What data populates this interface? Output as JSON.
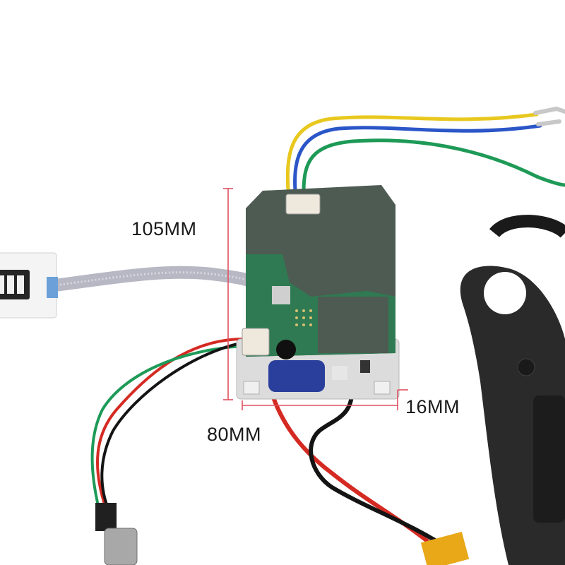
{
  "labels": {
    "height": "105MM",
    "width": "80MM",
    "thickness": "16MM"
  },
  "colors": {
    "background": "#ffffff",
    "pcb": "#4d5b52",
    "pcb_green": "#2f7a52",
    "dimension_lines": "#e05060",
    "wire_yellow": "#e8c81e",
    "wire_blue": "#2b56c8",
    "wire_green": "#1e9a57",
    "wire_red": "#d42a22",
    "wire_black": "#141414",
    "remote": "#2a2a2a",
    "capacitor": "#2a3f9c",
    "connector_xt": "#e8a818"
  },
  "icons": [
    "battery-indicator-icon",
    "remote-control-icon",
    "circuit-board-icon"
  ]
}
